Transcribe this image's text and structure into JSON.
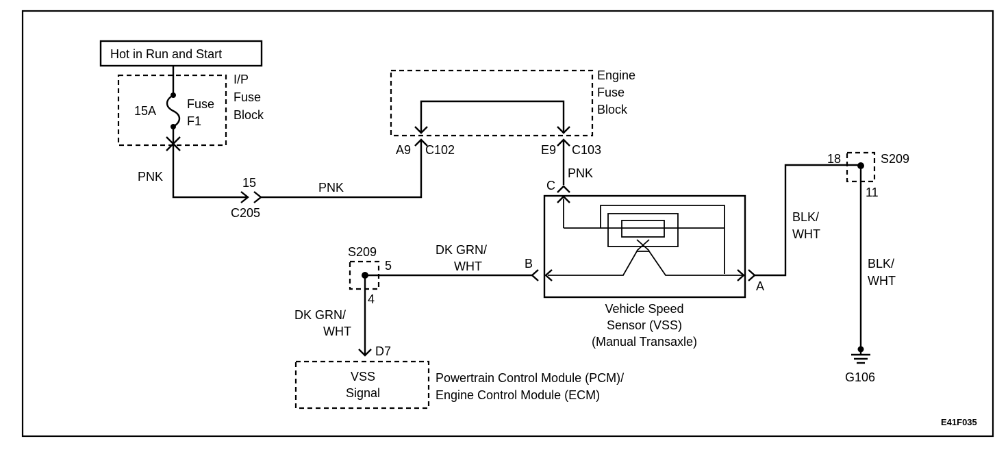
{
  "power_source": "Hot in Run and Start",
  "ip_fuse_block": {
    "label_line1": "I/P",
    "label_line2": "Fuse",
    "label_line3": "Block",
    "fuse_rating": "15A",
    "fuse_name_line1": "Fuse",
    "fuse_name_line2": "F1"
  },
  "engine_fuse_block": {
    "label_line1": "Engine",
    "label_line2": "Fuse",
    "label_line3": "Block"
  },
  "connectors": {
    "c102_pin": "A9",
    "c102": "C102",
    "c103_pin": "E9",
    "c103": "C103",
    "c205_pin": "15",
    "c205": "C205",
    "vss_pin_c": "C",
    "vss_pin_b": "B",
    "vss_pin_a": "A",
    "pcm_pin": "D7"
  },
  "wires": {
    "pnk_fuse": "PNK",
    "pnk_c205": "PNK",
    "pnk_c103": "PNK",
    "dkgrn_right_line1": "DK GRN/",
    "dkgrn_right_line2": "WHT",
    "dkgrn_left_line1": "DK GRN/",
    "dkgrn_left_line2": "WHT",
    "blk_left_line1": "BLK/",
    "blk_left_line2": "WHT",
    "blk_right_line1": "BLK/",
    "blk_right_line2": "WHT"
  },
  "splice_top": {
    "name": "S209",
    "pin_in": "18",
    "pin_out": "11"
  },
  "splice_bottom": {
    "name": "S209",
    "pin_right": "5",
    "pin_down": "4"
  },
  "vss": {
    "label_line1": "Vehicle Speed",
    "label_line2": "Sensor (VSS)",
    "label_line3": "(Manual Transaxle)"
  },
  "pcm": {
    "signal_line1": "VSS",
    "signal_line2": "Signal",
    "label_line1": "Powertrain Control Module (PCM)/",
    "label_line2": "Engine  Control Module (ECM)"
  },
  "ground": "G106",
  "figure_id": "E41F035"
}
